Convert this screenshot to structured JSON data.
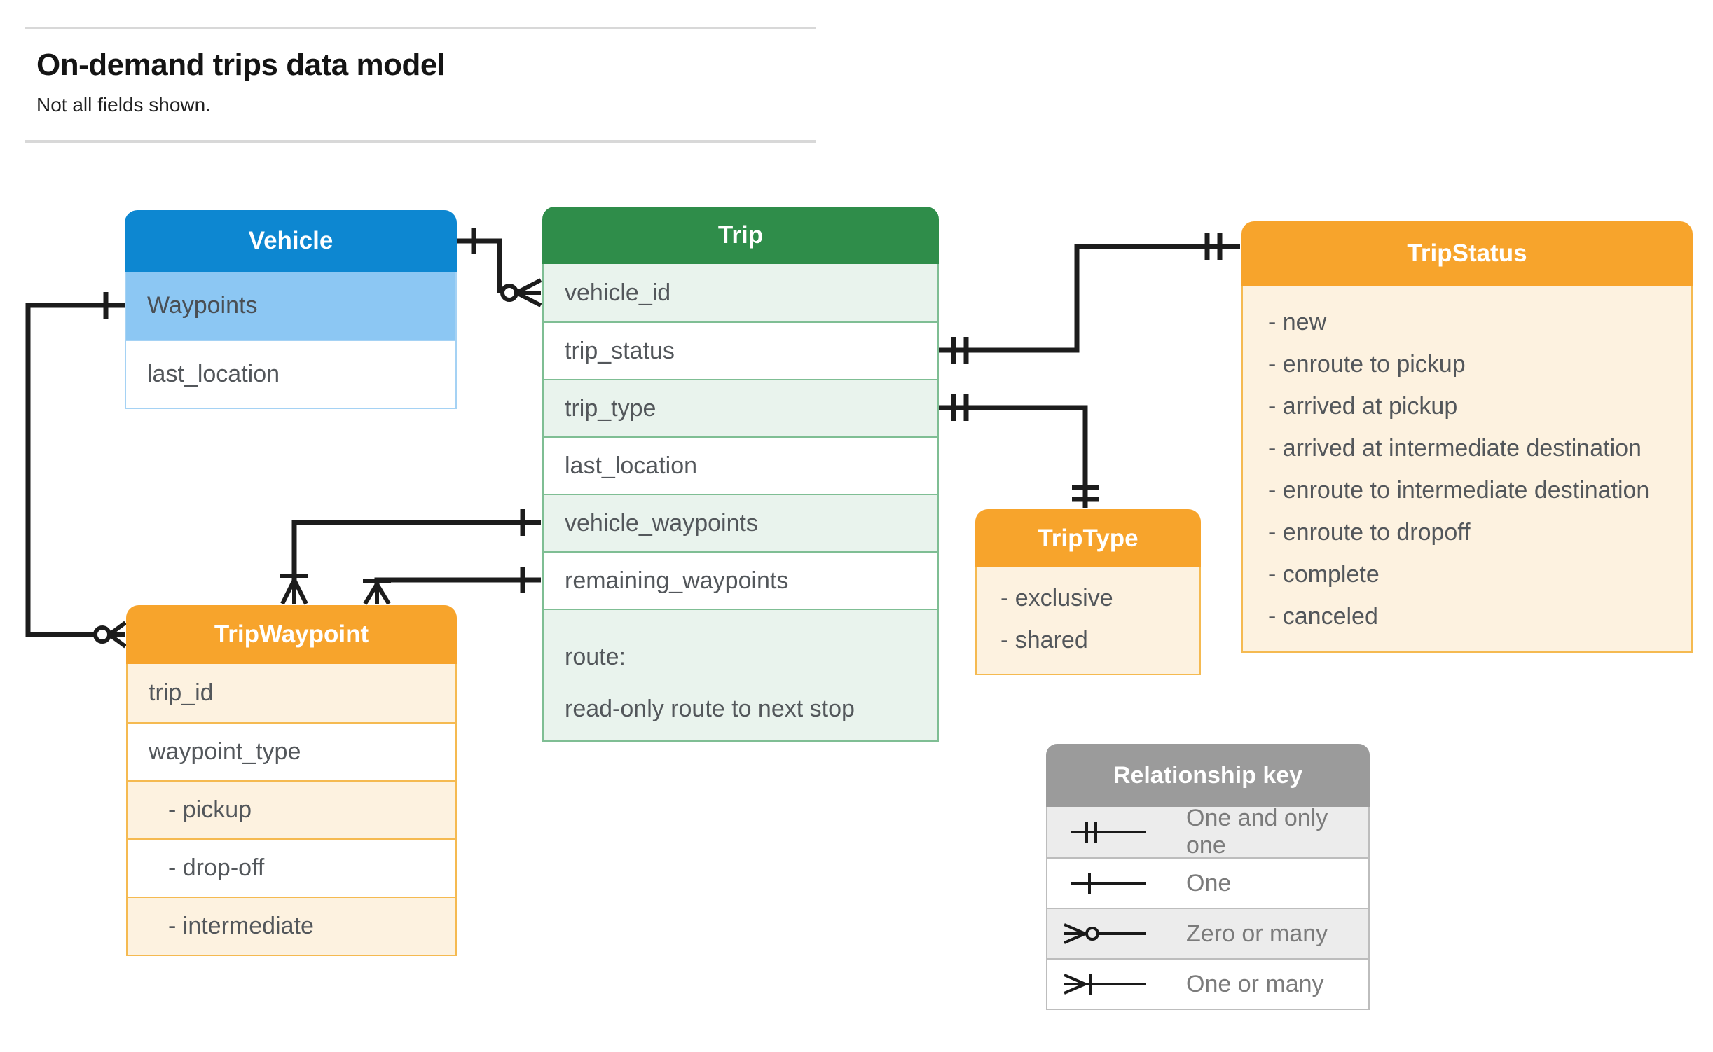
{
  "header": {
    "title": "On-demand trips data model",
    "subtitle": "Not all fields shown."
  },
  "entities": {
    "vehicle": {
      "title": "Vehicle",
      "fields": [
        "Waypoints",
        "last_location"
      ]
    },
    "trip": {
      "title": "Trip",
      "fields": [
        "vehicle_id",
        "trip_status",
        "trip_type",
        "last_location",
        "vehicle_waypoints",
        "remaining_waypoints"
      ],
      "route": {
        "name": "route:",
        "note": "read-only route to next stop"
      }
    },
    "tripstatus": {
      "title": "TripStatus",
      "values": [
        "- new",
        "- enroute to pickup",
        "- arrived at pickup",
        "- arrived at intermediate destination",
        "- enroute to intermediate destination",
        "- enroute to dropoff",
        "- complete",
        "- canceled"
      ]
    },
    "triptype": {
      "title": "TripType",
      "values": [
        "- exclusive",
        "- shared"
      ]
    },
    "tripwaypoint": {
      "title": "TripWaypoint",
      "fields": [
        "trip_id",
        "waypoint_type"
      ],
      "values": [
        "- pickup",
        "- drop-off",
        "- intermediate"
      ]
    }
  },
  "relationships": [
    {
      "from": "Vehicle",
      "to": "Trip.vehicle_id",
      "from_cardinality": "one",
      "to_cardinality": "zero-or-many"
    },
    {
      "from": "Trip.trip_status",
      "to": "TripStatus",
      "from_cardinality": "one-and-only-one",
      "to_cardinality": "one-and-only-one"
    },
    {
      "from": "Trip.trip_type",
      "to": "TripType",
      "from_cardinality": "one-and-only-one",
      "to_cardinality": "one-and-only-one"
    },
    {
      "from": "Trip.vehicle_waypoints",
      "to": "TripWaypoint",
      "from_cardinality": "one",
      "to_cardinality": "one-or-many"
    },
    {
      "from": "Trip.remaining_waypoints",
      "to": "TripWaypoint",
      "from_cardinality": "one",
      "to_cardinality": "one-or-many"
    },
    {
      "from": "Vehicle.Waypoints",
      "to": "TripWaypoint",
      "from_cardinality": "one",
      "to_cardinality": "zero-or-many"
    }
  ],
  "legend": {
    "title": "Relationship key",
    "items": [
      {
        "symbol": "one-and-only-one",
        "label": "One and only one"
      },
      {
        "symbol": "one",
        "label": "One"
      },
      {
        "symbol": "zero-or-many",
        "label": "Zero or many"
      },
      {
        "symbol": "one-or-many",
        "label": "One or many"
      }
    ]
  },
  "colors": {
    "blue_header": "#0d87d1",
    "blue_row": "#8cc7f3",
    "green_header": "#2f8d4a",
    "green_row": "#e9f3ed",
    "orange_header": "#f7a42c",
    "cream_row": "#fdf2e0",
    "gray_header": "#9b9b9b",
    "gray_row": "#ececec",
    "connector": "#1c1c1c"
  }
}
